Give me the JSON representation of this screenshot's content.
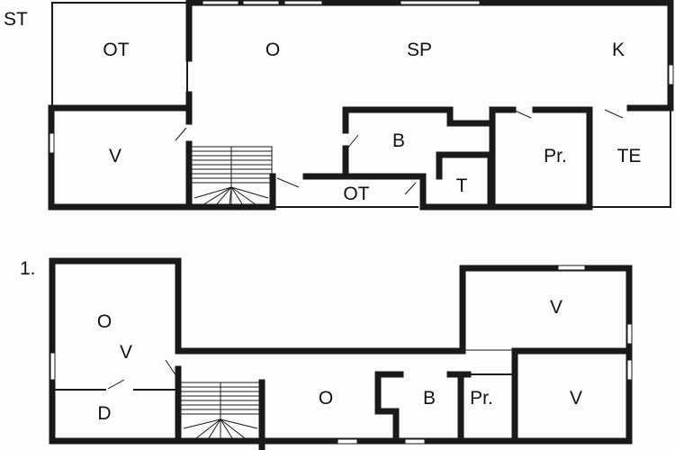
{
  "floors": [
    {
      "label": "ST",
      "rooms": [
        "OT",
        "O",
        "SP",
        "K",
        "V",
        "B",
        "Pr.",
        "TE",
        "OT",
        "T"
      ]
    },
    {
      "label": "1.",
      "rooms": [
        "O",
        "V",
        "V",
        "D",
        "O",
        "B",
        "Pr.",
        "V"
      ]
    }
  ]
}
